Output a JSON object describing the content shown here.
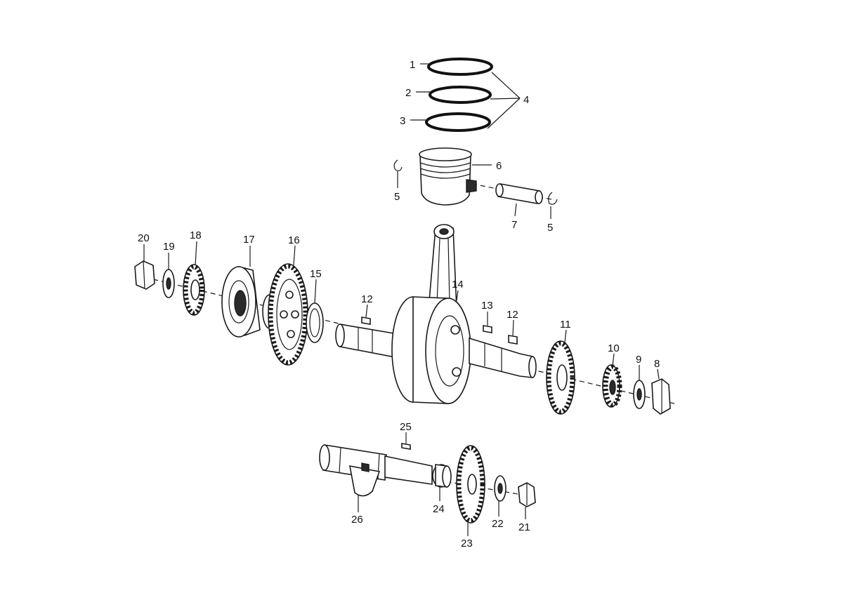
{
  "callouts": [
    {
      "id": "c1",
      "label": "1"
    },
    {
      "id": "c2",
      "label": "2"
    },
    {
      "id": "c3",
      "label": "3"
    },
    {
      "id": "c4",
      "label": "4"
    },
    {
      "id": "c5a",
      "label": "5"
    },
    {
      "id": "c6",
      "label": "6"
    },
    {
      "id": "c5b",
      "label": "5"
    },
    {
      "id": "c7",
      "label": "7"
    },
    {
      "id": "c20",
      "label": "20"
    },
    {
      "id": "c19",
      "label": "19"
    },
    {
      "id": "c18",
      "label": "18"
    },
    {
      "id": "c17",
      "label": "17"
    },
    {
      "id": "c16",
      "label": "16"
    },
    {
      "id": "c15",
      "label": "15"
    },
    {
      "id": "c14",
      "label": "14"
    },
    {
      "id": "c12a",
      "label": "12"
    },
    {
      "id": "c13",
      "label": "13"
    },
    {
      "id": "c12b",
      "label": "12"
    },
    {
      "id": "c11",
      "label": "11"
    },
    {
      "id": "c10",
      "label": "10"
    },
    {
      "id": "c9",
      "label": "9"
    },
    {
      "id": "c8",
      "label": "8"
    },
    {
      "id": "c25",
      "label": "25"
    },
    {
      "id": "c26",
      "label": "26"
    },
    {
      "id": "c24",
      "label": "24"
    },
    {
      "id": "c23",
      "label": "23"
    },
    {
      "id": "c22",
      "label": "22"
    },
    {
      "id": "c21",
      "label": "21"
    }
  ]
}
